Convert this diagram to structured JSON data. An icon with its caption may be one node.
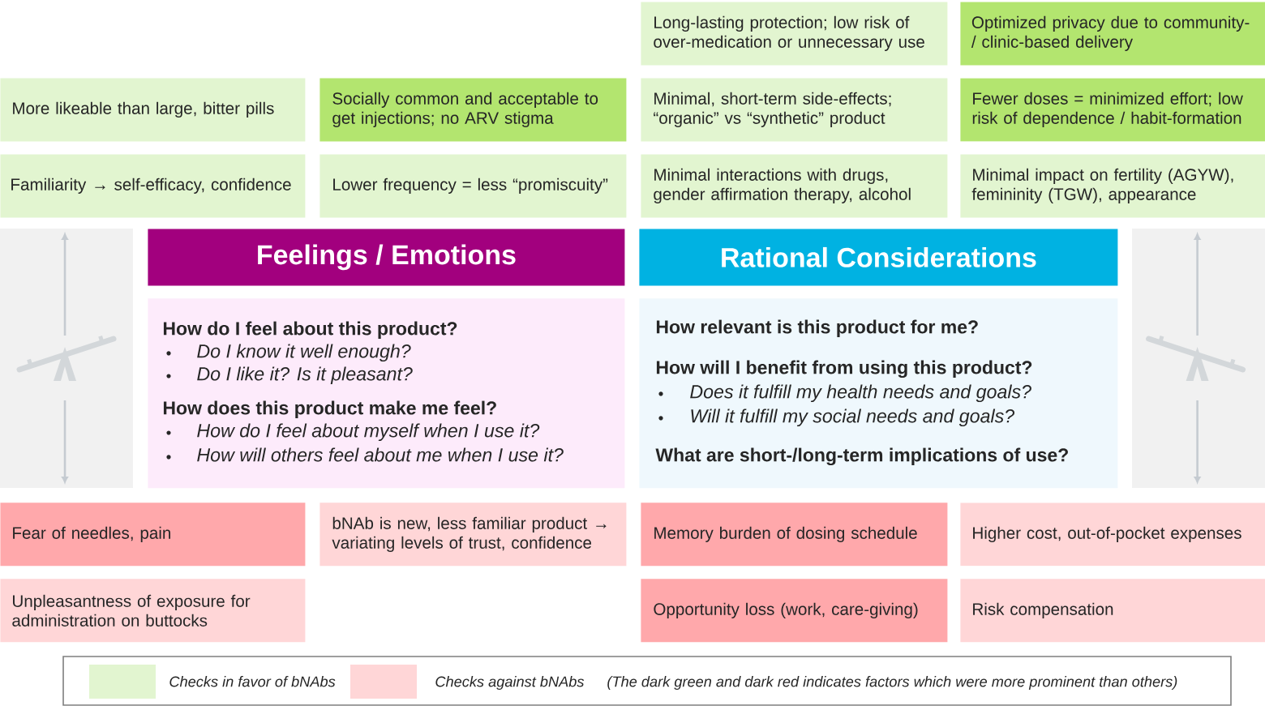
{
  "diagram": {
    "nodes": [
      {
        "text": [
          "Long-lasting protection; low risk of over-medication or unnecessary use"
        ]
      },
      {
        "text": [
          "Optimized privacy due to community- / clinic-based delivery"
        ]
      },
      {
        "text": [
          "More likeable than large, bitter pills"
        ]
      },
      {
        "text": [
          "Socially common and acceptable to get injections; no ARV stigma"
        ]
      },
      {
        "text": [
          "Minimal, short-term side-effects; “organic” vs “synthetic” product"
        ]
      },
      {
        "text": [
          "Fewer doses = minimized effort; low risk of dependence / habit-formation"
        ]
      },
      {
        "text": [
          "Familiarity → self-efficacy, confidence"
        ]
      },
      {
        "text": [
          "Lower frequency = less “promiscuity”"
        ]
      },
      {
        "text": [
          "Minimal interactions with drugs, gender affirmation therapy, alcohol"
        ]
      },
      {
        "text": [
          "Minimal impact on fertility (AGYW), femininity (TGW), appearance"
        ]
      },
      {
        "text": [
          "Feelings / Emotions"
        ]
      },
      {
        "text": [
          "Rational Considerations"
        ]
      },
      {
        "text": [
          "How do I feel about this product?",
          "Do I know it well enough?",
          "Do I like it? Is it pleasant?",
          "How does this product make me feel?",
          "How do I feel about myself when I use it?",
          "How will others feel about me when I use it?"
        ]
      },
      {
        "text": [
          "How relevant is this product for me?",
          "How will I benefit from using this product?",
          "Does it fulfill my health needs and goals?",
          "Will it fulfill my social needs and goals?",
          "What are short-/long-term implications of use?"
        ]
      },
      {
        "text": [
          "Fear of needles, pain"
        ]
      },
      {
        "text": [
          "bNAb is new, less familiar product → variating levels of trust, confidence"
        ]
      },
      {
        "text": [
          "Memory burden of dosing schedule"
        ]
      },
      {
        "text": [
          "Higher cost, out-of-pocket expenses"
        ]
      },
      {
        "text": [
          "Unpleasantness of exposure for administration on buttocks"
        ]
      },
      {
        "text": [
          "Opportunity loss (work, care-giving)"
        ]
      },
      {
        "text": [
          "Risk compensation"
        ]
      }
    ],
    "labels": [
      "(The dark green and dark red indicates factors which were more prominent than others)"
    ],
    "legend": [
      {
        "text": "Checks in favor of bNAbs",
        "color": "#e2f5d0"
      },
      {
        "text": "Checks against bNAbs",
        "color": "#ffd6d7"
      }
    ]
  }
}
